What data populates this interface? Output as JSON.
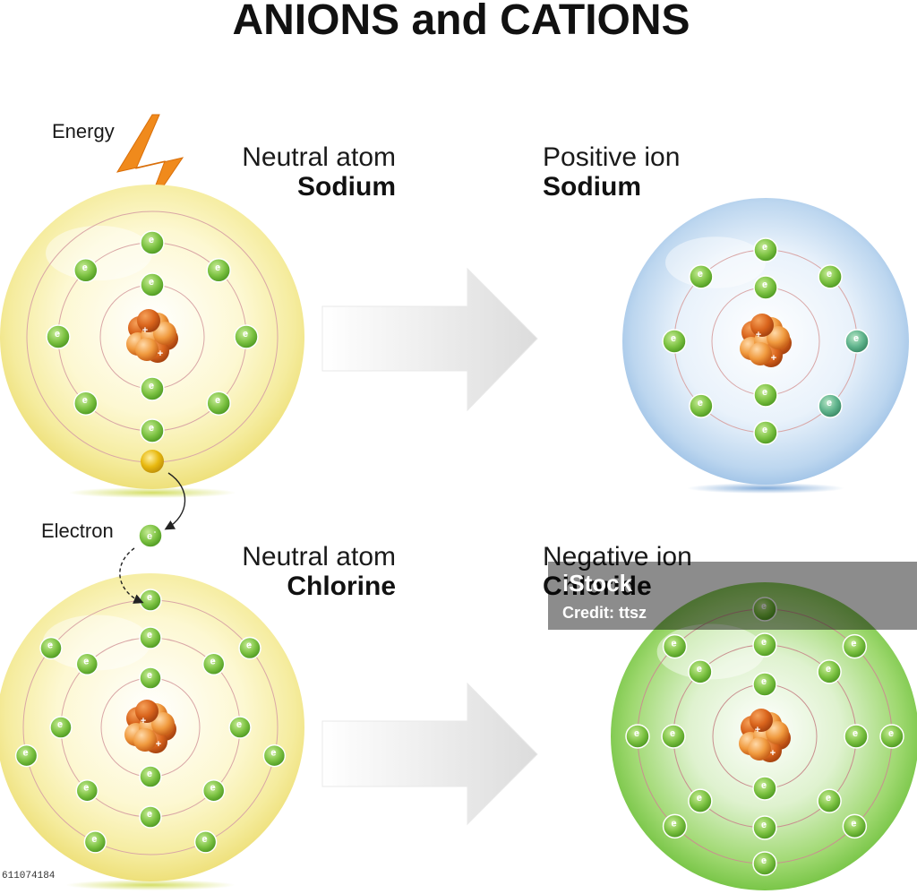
{
  "title": "ANIONS and CATIONS",
  "energy_label": "Energy",
  "electron_label": "Electron",
  "electron_symbol": "e",
  "electron_superscript": "-",
  "nucleus_charge": "+",
  "panels": [
    {
      "id": "sodium-neutral",
      "line1": "Neutral atom",
      "line2": "Sodium",
      "sphere_color": "yellow"
    },
    {
      "id": "sodium-ion",
      "line1": "Positive ion",
      "line2": "Sodium",
      "sphere_color": "blue"
    },
    {
      "id": "chlorine-neutral",
      "line1": "Neutral atom",
      "line2": "Chlorine",
      "sphere_color": "yellow"
    },
    {
      "id": "chloride-ion",
      "line1": "Negative ion",
      "line2": "Chloride",
      "sphere_color": "green"
    }
  ],
  "shell_electrons": {
    "sodium_neutral": [
      2,
      8,
      1
    ],
    "sodium_ion": [
      2,
      8
    ],
    "chlorine_neutral": [
      2,
      8,
      7
    ],
    "chloride_ion": [
      2,
      8,
      8
    ]
  },
  "watermark": {
    "brand": "iStock",
    "credit": "Credit: ttsz"
  },
  "image_id": "611074184",
  "colors": {
    "energy_bolt": "#f08a1c",
    "electron": "#7cc242",
    "lost_electron": "#e8b90f",
    "nucleus": "#e87a1e",
    "sphere_yellow": "#f5eb9a",
    "sphere_blue": "#b7d3ee",
    "sphere_green": "#8fd25c",
    "arrow": "#e6e6e6"
  }
}
